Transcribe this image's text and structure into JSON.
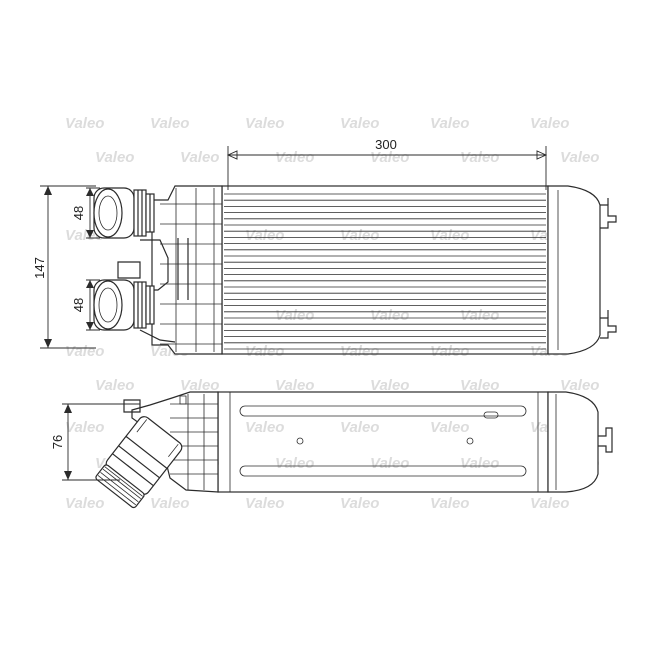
{
  "drawing": {
    "brand_watermark": "Valeo",
    "dimensions": {
      "length": "300",
      "height_total": "147",
      "port_upper": "48",
      "port_lower": "48",
      "depth": "76"
    }
  }
}
